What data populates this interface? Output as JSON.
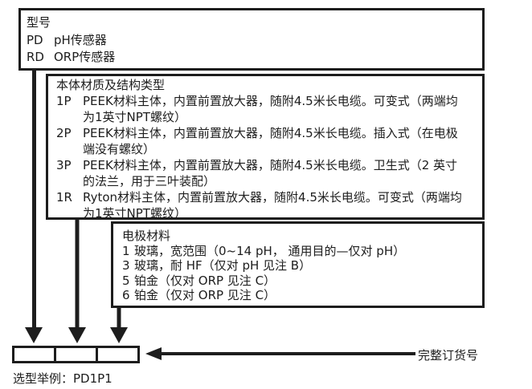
{
  "colors": {
    "ink": "#1d1d1d",
    "background": "#ffffff"
  },
  "box_model": {
    "title": "型号",
    "items": [
      {
        "code": "PD",
        "desc": "pH传感器"
      },
      {
        "code": "RD",
        "desc": "ORP传感器"
      }
    ]
  },
  "box_body": {
    "title": "本体材质及结构类型",
    "items": [
      {
        "code": "1P",
        "line1": "PEEK材料主体，内置前置放大器，随附4.5米长电缆。可变式（两端均",
        "line2": "为1英寸NPT螺纹）"
      },
      {
        "code": "2P",
        "line1": "PEEK材料主体，内置前置放大器，随附4.5米长电缆。插入式（在电极",
        "line2": "端没有螺纹）"
      },
      {
        "code": "3P",
        "line1": "PEEK材料主体，内置前置放大器，随附4.5米长电缆。卫生式（2 英寸",
        "line2": "的法兰，用于三叶装配）"
      },
      {
        "code": "1R",
        "line1": "Ryton材料主体，内置前置放大器，随附4.5米长电缆。可变式（两端均",
        "line2": "为1英寸NPT螺纹）"
      }
    ]
  },
  "box_electrode": {
    "title": "电极材料",
    "items": [
      {
        "code": "1",
        "desc": "玻璃，宽范围（0~14 pH， 通用目的—仅对 pH）"
      },
      {
        "code": "3",
        "desc": "玻璃，耐 HF（仅对 pH 见注 B）"
      },
      {
        "code": "5",
        "desc": "铂金（仅对 ORP 见注 C）"
      },
      {
        "code": "6",
        "desc": "铂金（仅对 ORP 见注 C）"
      }
    ]
  },
  "order_code": {
    "label": "完整订货号",
    "cells": [
      "",
      "",
      ""
    ]
  },
  "example": {
    "label": "选型举例：PD1P1"
  }
}
